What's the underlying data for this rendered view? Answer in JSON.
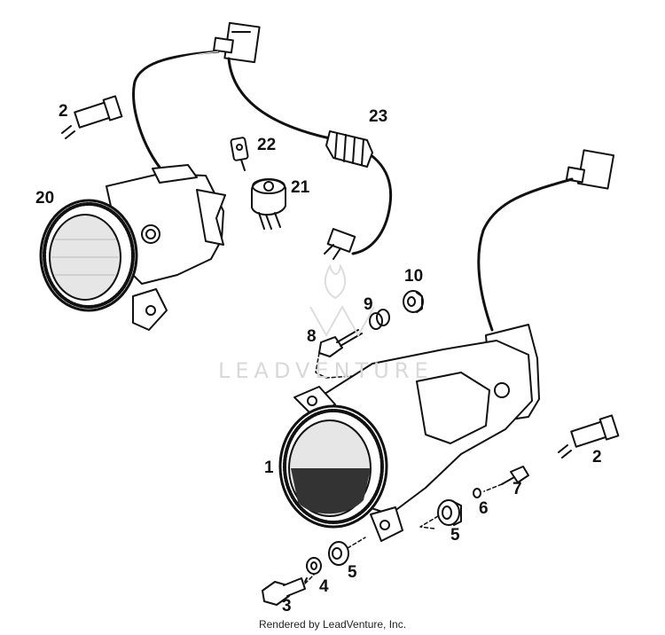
{
  "callouts": {
    "c1": "1",
    "c2a": "2",
    "c2b": "2",
    "c3": "3",
    "c4": "4",
    "c5a": "5",
    "c5b": "5",
    "c6": "6",
    "c7": "7",
    "c8": "8",
    "c9": "9",
    "c10": "10",
    "c20": "20",
    "c21": "21",
    "c22": "22",
    "c23": "23"
  },
  "watermark": "LEADVENTURE",
  "footer": "Rendered by LeadVenture, Inc.",
  "colors": {
    "line": "#111111",
    "lens": "#e6e6e6",
    "watermark": "#d9d9d9"
  }
}
